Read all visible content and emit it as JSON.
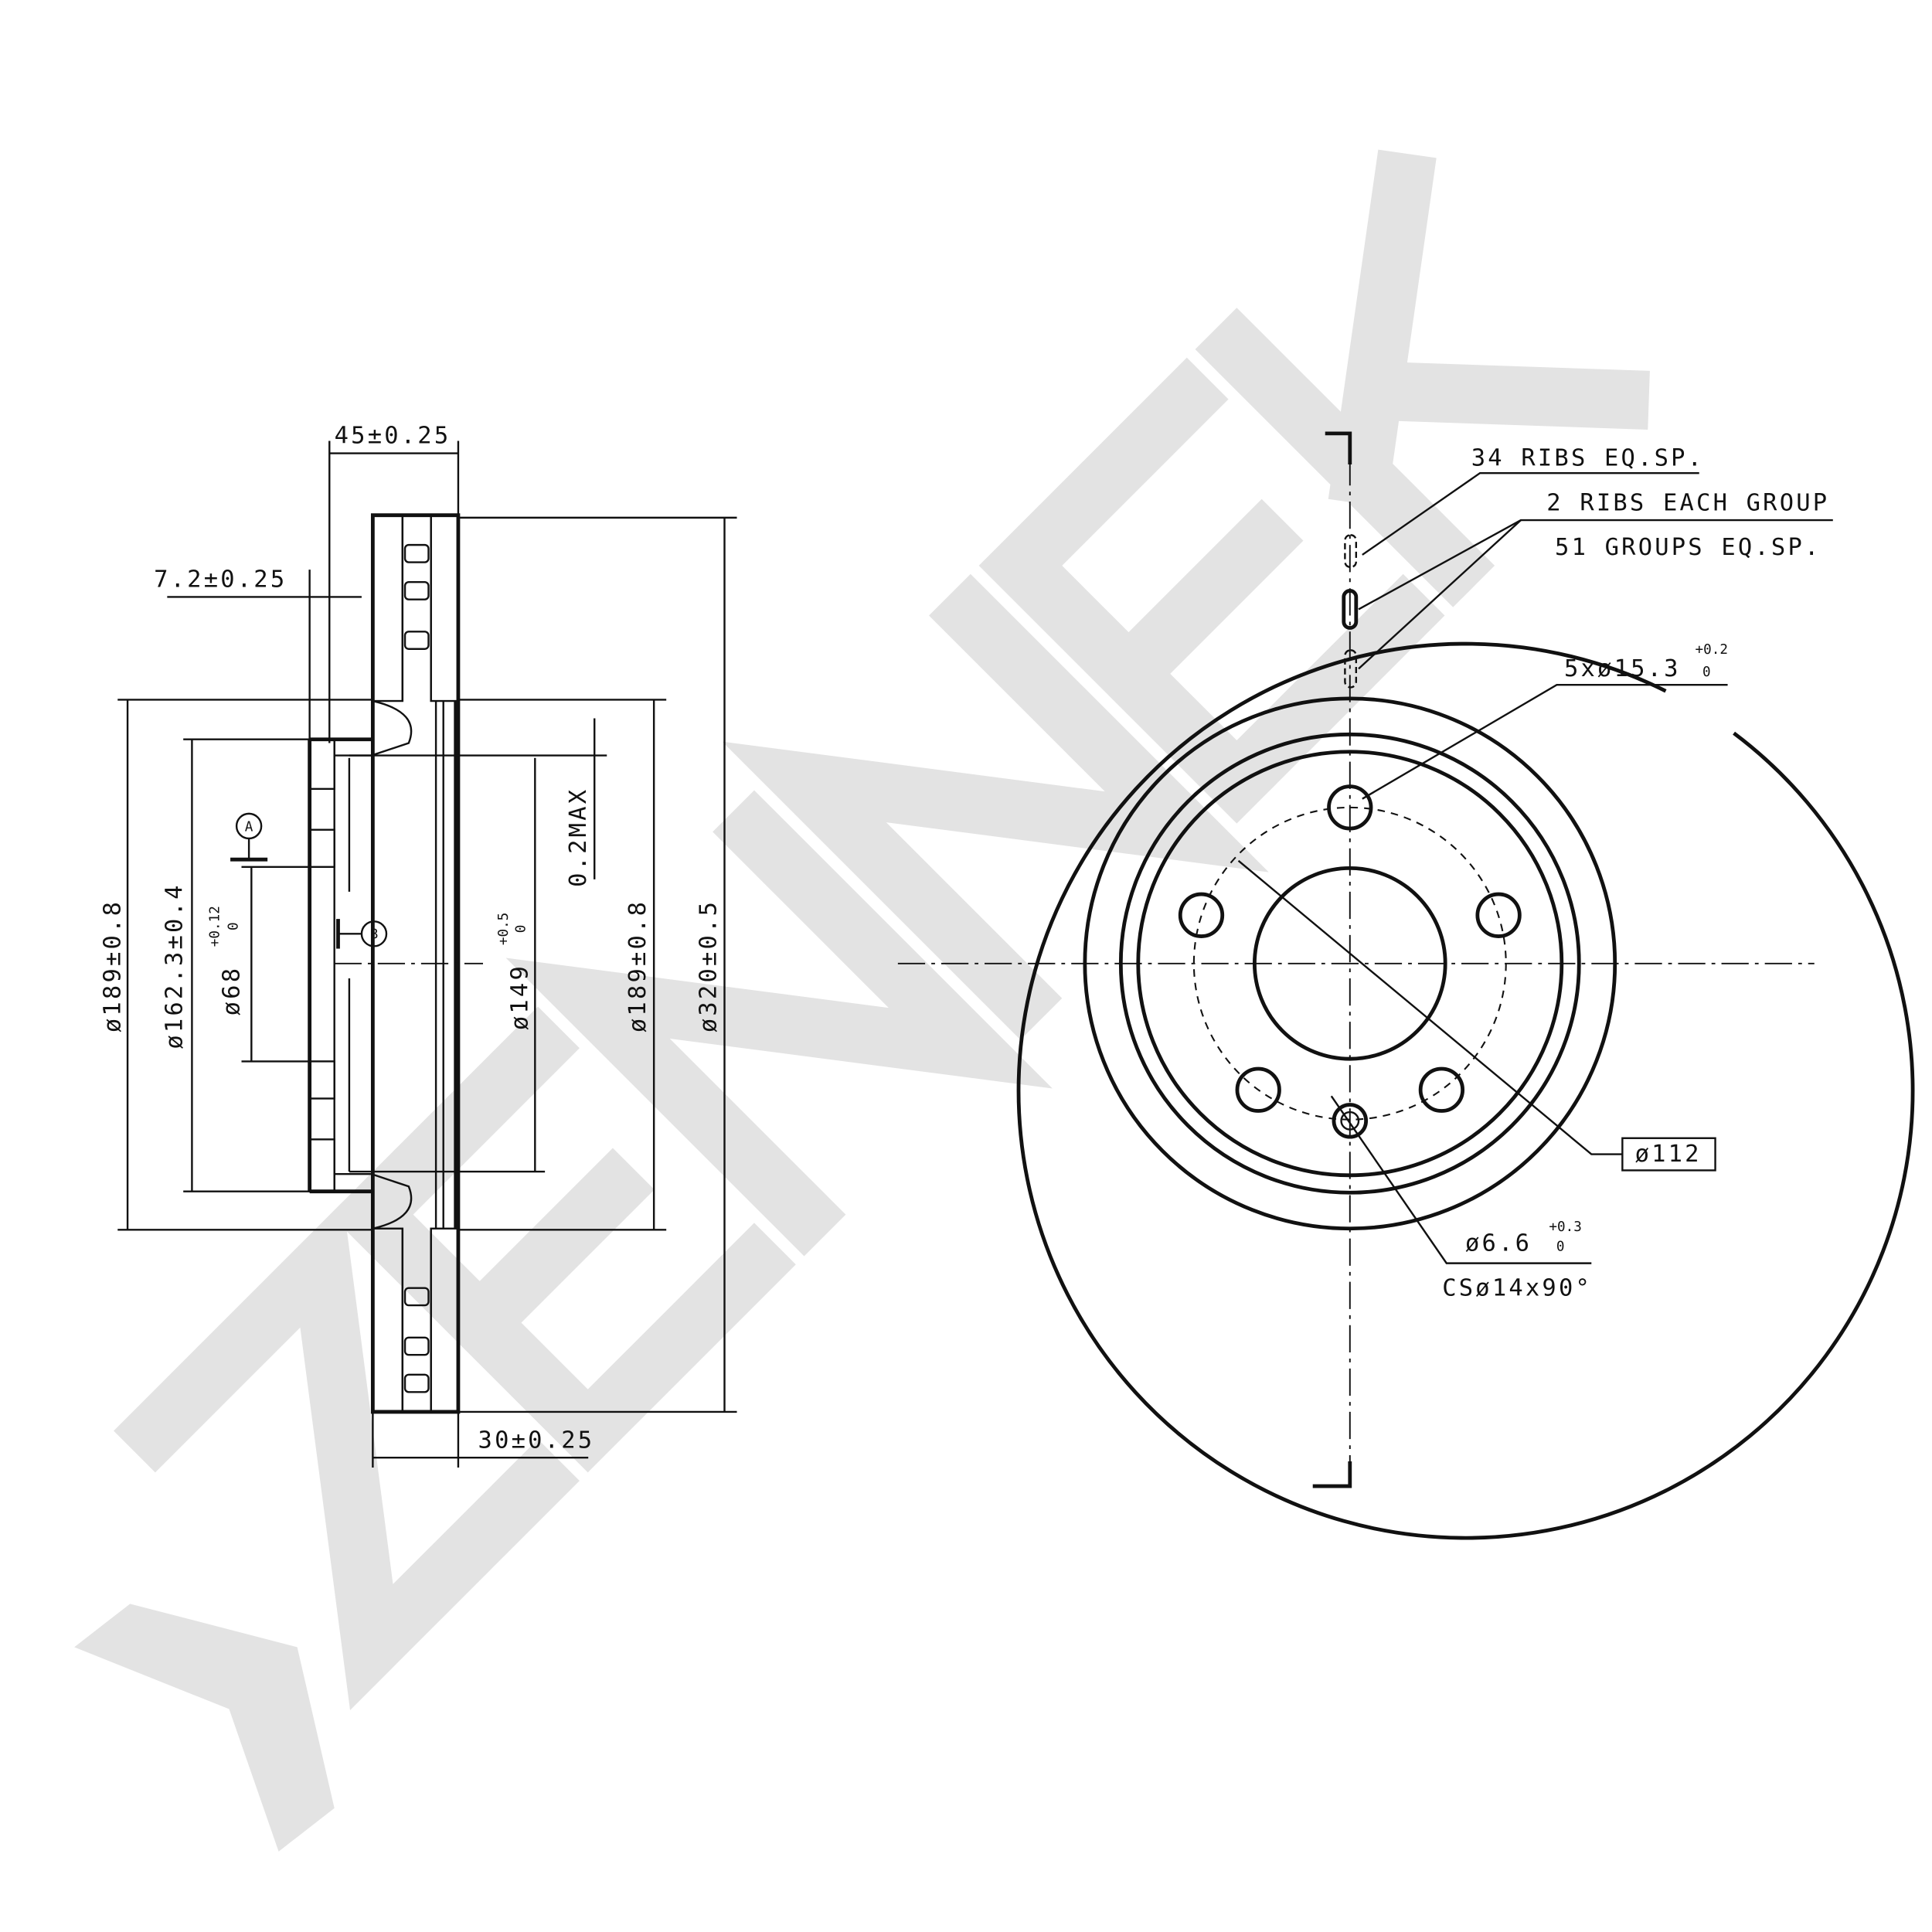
{
  "watermark": {
    "text": "ZENNEK",
    "color": "#e3e3e3"
  },
  "section_view": {
    "overall_height": "45±0.25",
    "hat_thickness": "7.2±0.25",
    "disc_thickness": "30±0.25",
    "dia_189_left": "ø189±0.8",
    "dia_162": "ø162.3±0.4",
    "dia_68": "ø68",
    "dia_68_tol_upper": "+0.12",
    "dia_68_tol_lower": "0",
    "dia_149": "ø149",
    "dia_149_tol_upper": "+0.5",
    "dia_149_tol_lower": "0",
    "runout": "0.2MAX",
    "dia_189_right": "ø189±0.8",
    "dia_320": "ø320±0.5",
    "datum_a": "A",
    "datum_b": "B"
  },
  "front_view": {
    "ribs_note": "34 RIBS EQ.SP.",
    "group_note": "2 RIBS EACH GROUP",
    "groups_note": "51 GROUPS EQ.SP.",
    "bolt_holes": "5xø15.3",
    "bolt_tol_upper": "+0.2",
    "bolt_tol_lower": "0",
    "pcd": "ø112",
    "small_hole": "ø6.6",
    "small_hole_tol_upper": "+0.3",
    "small_hole_tol_lower": "0",
    "countersink": "CSø14x90°"
  }
}
